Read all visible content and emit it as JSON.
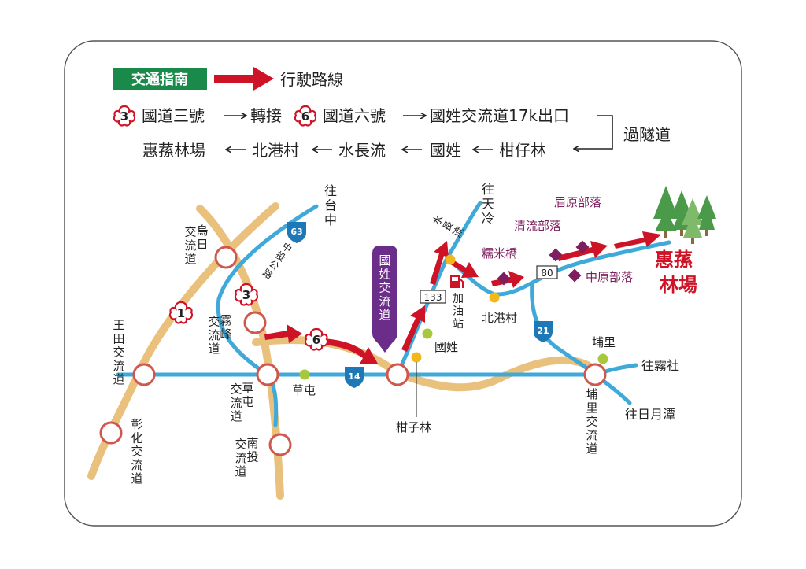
{
  "legend": {
    "badge": "交通指南",
    "route_label": "行駛路線"
  },
  "directions": {
    "row1": [
      "國道三號",
      "轉接",
      "國道六號",
      "國姓交流道17k出口"
    ],
    "row2": [
      "惠蓀林場",
      "北港村",
      "水長流",
      "國姓",
      "柑仔林"
    ],
    "tunnel": "過隧道",
    "shield_3": "3",
    "shield_6": "6"
  },
  "map": {
    "to_taichung": "往台中",
    "to_tianleng": "往天冷",
    "to_wushe": "往霧社",
    "to_sunmoonlake": "往日月潭",
    "wuri_ic": "烏日交流道",
    "wangtian_ic": "王田交流道",
    "changhua_ic": "彰化交流道",
    "wufeng_ic": "霧峰交流道",
    "caotun_ic": "草屯交流道",
    "nantou_ic": "南投交流道",
    "guoxing_ic": "國姓交流道",
    "puli_ic": "埔里交流道",
    "zhongtou_road": "中投公路",
    "caotun": "草屯",
    "guoxing": "國姓",
    "ganzilin": "柑子林",
    "gas_station": "加油站",
    "shuichangliu": "水長流",
    "beigang_village": "北港村",
    "nuomi_bridge": "糯米橋",
    "qingliu_tribe": "清流部落",
    "meiyuan_tribe": "眉原部落",
    "zhongyuan_tribe": "中原部落",
    "puli": "埔里",
    "huisun": "惠蓀林場",
    "route_1": "1",
    "route_3": "3",
    "route_6": "6",
    "route_14": "14",
    "route_21": "21",
    "route_63": "63",
    "route_80": "80",
    "route_133": "133"
  },
  "colors": {
    "freeway": "#e9c07c",
    "provincial": "#3fa9d9",
    "route_arrow": "#cf1327",
    "badge_bg": "#1a8a4a",
    "tribe": "#7e1e5e",
    "interchange": "#d0574e",
    "town_dot": "#a8c83c",
    "village_dot": "#f2b81a",
    "tree": "#4a9a4a"
  }
}
